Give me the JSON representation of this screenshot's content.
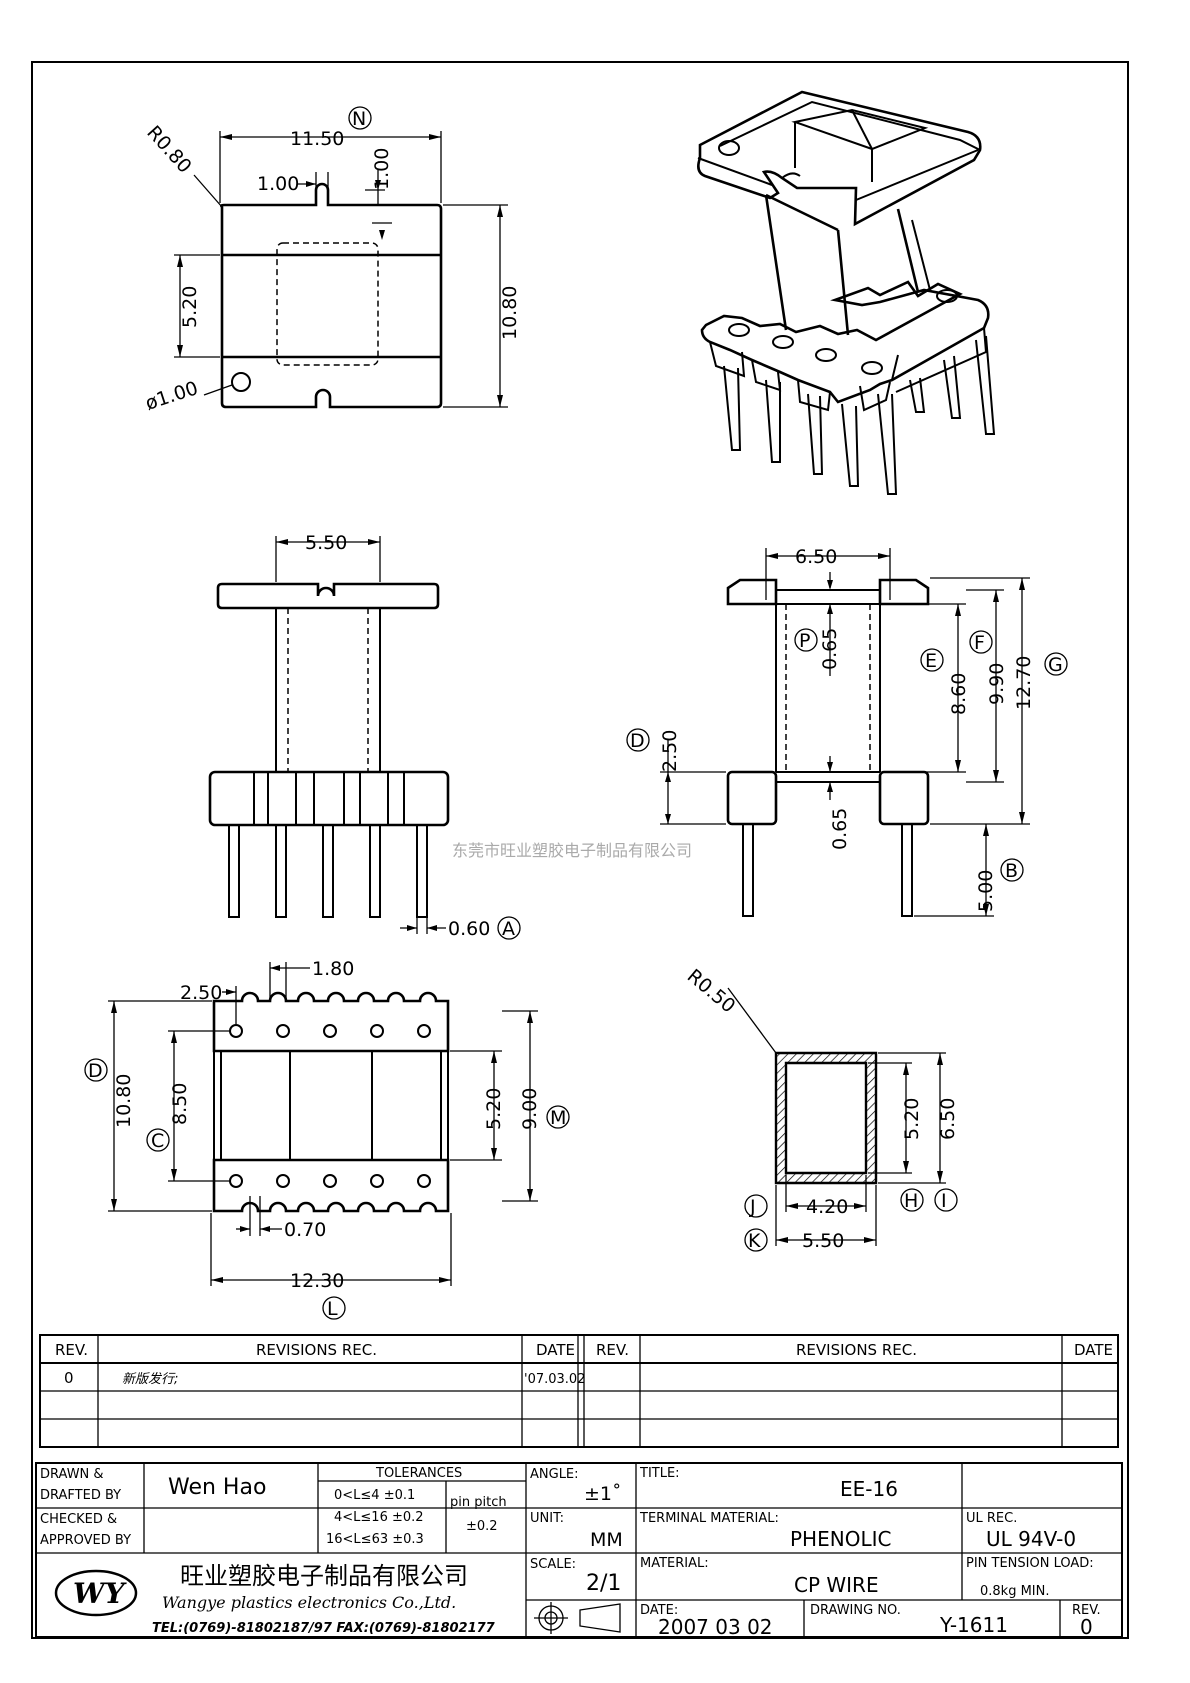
{
  "dims": {
    "top": {
      "width": "11.50",
      "height": "10.80",
      "slot_width": "1.00",
      "slot_depth": "1.00",
      "window": "5.20",
      "radius": "R0.80",
      "hole": "ø1.00",
      "label_N": "N"
    },
    "front": {
      "width": "5.50",
      "pin": "0.60",
      "label_A": "A"
    },
    "side": {
      "width": "6.50",
      "p": "0.65",
      "e": "8.60",
      "f": "9.90",
      "g": "12.70",
      "d": "2.50",
      "inner": "0.65",
      "pin_len": "5.00",
      "label_P": "P",
      "label_E": "E",
      "label_F": "F",
      "label_G": "G",
      "label_D": "D",
      "label_B": "B"
    },
    "bottom": {
      "pitch": "2.50",
      "pin_gap": "1.80",
      "d": "10.80",
      "c": "8.50",
      "window": "5.20",
      "m": "9.00",
      "slot": "0.70",
      "width": "12.30",
      "label_D": "D",
      "label_C": "C",
      "label_M": "M",
      "label_L": "L"
    },
    "section": {
      "radius": "R0.50",
      "inner_h": "5.20",
      "outer_h": "6.50",
      "inner_w": "4.20",
      "outer_w": "5.50",
      "label_H": "H",
      "label_I": "I",
      "label_J": "J",
      "label_K": "K"
    }
  },
  "watermark": "东莞市旺业塑胶电子制品有限公司",
  "revisions": {
    "headers": {
      "rev": "REV.",
      "rec": "REVISIONS    REC.",
      "date": "DATE"
    },
    "rows": [
      {
        "rev": "0",
        "rec": "新版发行;",
        "date": "'07.03.02"
      }
    ]
  },
  "title_block": {
    "drawn_label_1": "DRAWN &",
    "drawn_label_2": "DRAFTED BY",
    "drawn_by": "Wen  Hao",
    "checked_label_1": "CHECKED &",
    "checked_label_2": "APPROVED BY",
    "tolerances_label": "TOLERANCES",
    "tol_rows": [
      "0<L≤4    ±0.1",
      "4<L≤16  ±0.2",
      "16<L≤63  ±0.3"
    ],
    "pin_pitch_label": "pin  pitch",
    "pin_pitch_tol": "±0.2",
    "angle_label": "ANGLE:",
    "angle_value": "±1˚",
    "unit_label": "UNIT:",
    "unit_value": "MM",
    "scale_label": "SCALE:",
    "scale_value": "2/1",
    "title_label": "TITLE:",
    "title_value": "EE-16",
    "terminal_label": "TERMINAL  MATERIAL:",
    "terminal_value": "PHENOLIC",
    "material_label": "MATERIAL:",
    "material_value": "CP  WIRE",
    "ul_label": "UL  REC.",
    "ul_value": "UL  94V-0",
    "tension_label": "PIN  TENSION  LOAD:",
    "tension_value": "0.8kg    MIN.",
    "date_label": "DATE:",
    "date_value": "2007  03  02",
    "drawing_label": "DRAWING  NO.",
    "drawing_value": "Y-1611",
    "rev_label": "REV.",
    "rev_value": "0",
    "company_cn": "旺业塑胶电子制品有限公司",
    "company_en": "Wangye  plastics  electronics  Co.,Ltd.",
    "contact": "TEL:(0769)-81802187/97    FAX:(0769)-81802177",
    "logo_text": "WY"
  }
}
